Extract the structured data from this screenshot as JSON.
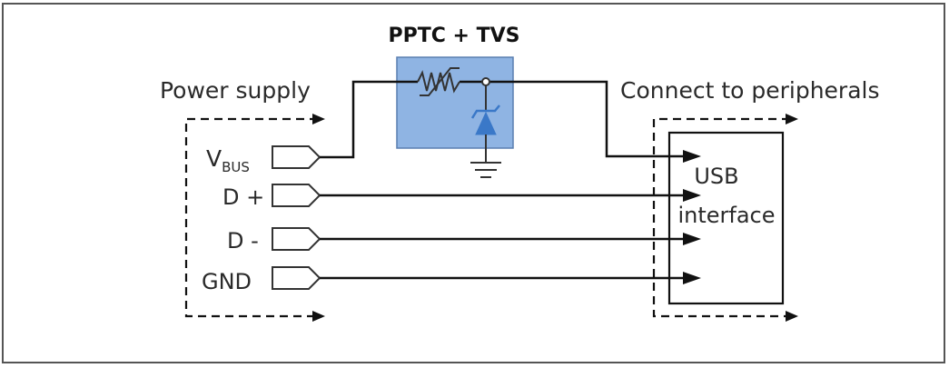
{
  "diagram": {
    "title": "PPTC + TVS",
    "left_label": "Power supply",
    "right_label": "Connect to peripherals",
    "usb_label_line1": "USB",
    "usb_label_line2": "interface",
    "pins": {
      "vbus_main": "V",
      "vbus_sub": "BUS",
      "dplus": "D +",
      "dminus": "D -",
      "gnd": "GND"
    }
  },
  "colors": {
    "protection_block_fill": "#8fb4e3",
    "protection_block_border": "#5a7fb0",
    "tvs_diode": "#3a78c8"
  }
}
